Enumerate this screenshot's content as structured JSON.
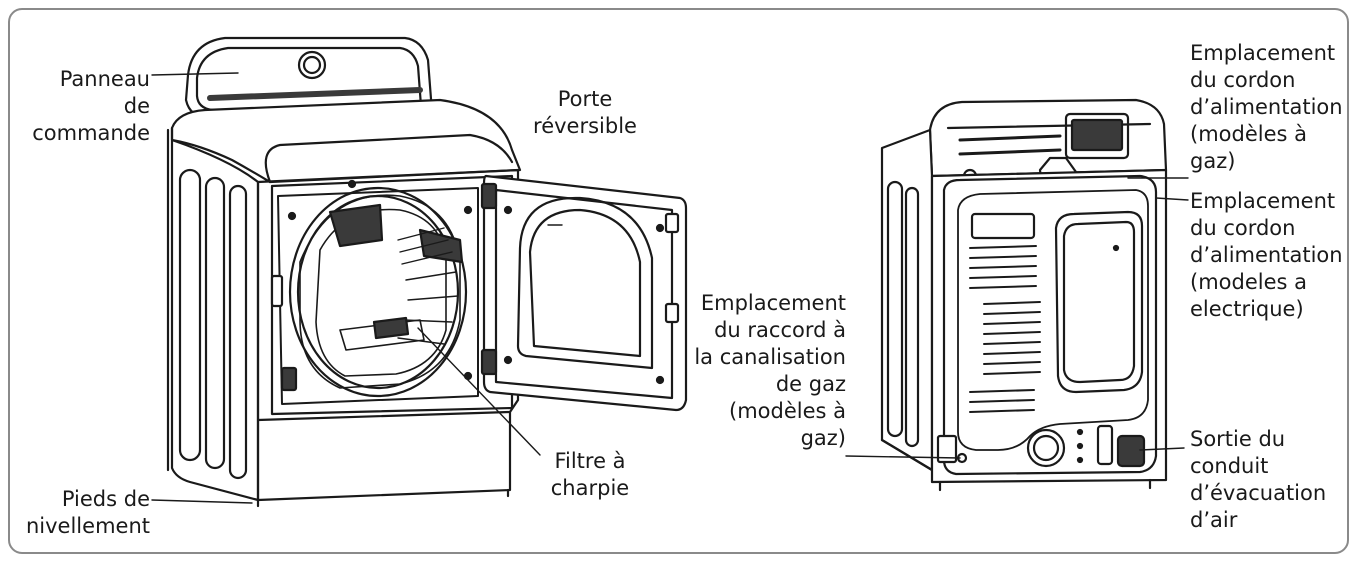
{
  "labels": {
    "control_panel": [
      "Panneau",
      "de",
      "commande"
    ],
    "reversible_door": [
      "Porte",
      "réversible"
    ],
    "lint_filter": [
      "Filtre à",
      "charpie"
    ],
    "leveling_feet": [
      "Pieds de",
      "nivellement"
    ],
    "gas_line": [
      "Emplacement",
      "du raccord à",
      "la canalisation",
      "de gaz",
      "(modèles à",
      "gaz)"
    ],
    "power_cord_gas": [
      "Emplacement",
      "du cordon",
      "d’alimentation",
      "(modèles à",
      "gaz)"
    ],
    "power_cord_electric": [
      "Emplacement",
      "du cordon",
      "d’alimentation",
      "(modeles a",
      "electrique)"
    ],
    "exhaust_outlet": [
      "Sortie du",
      "conduit",
      "d’évacuation",
      "d’air"
    ]
  },
  "colors": {
    "line": "#1a1a1a",
    "frame": "#8a8a8a",
    "background": "#ffffff",
    "fill_dark": "#3a3a3a",
    "fill_light": "#f4f4f4"
  }
}
